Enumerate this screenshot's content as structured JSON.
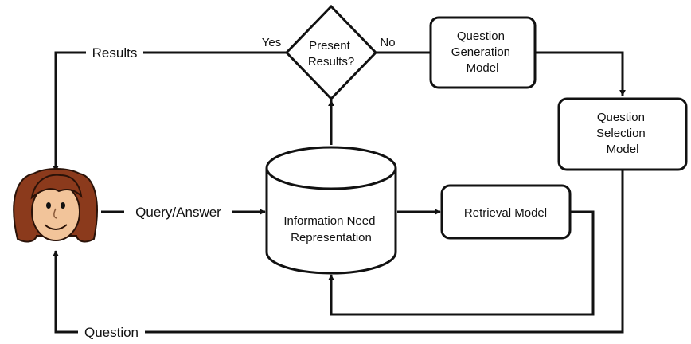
{
  "diagram": {
    "nodes": {
      "present": {
        "lines": [
          "Present",
          "Results?"
        ]
      },
      "qgen": {
        "lines": [
          "Question",
          "Generation",
          "Model"
        ]
      },
      "qsel": {
        "lines": [
          "Question",
          "Selection",
          "Model"
        ]
      },
      "infoneed": {
        "lines": [
          "Information Need",
          "Representation"
        ]
      },
      "retrieval": {
        "lines": [
          "Retrieval Model"
        ]
      }
    },
    "edges": {
      "results": "Results",
      "yes": "Yes",
      "no": "No",
      "query_answer": "Query/Answer",
      "question": "Question"
    },
    "colors": {
      "stroke": "#111111",
      "face": "#f2c49a",
      "hair": "#8b3a1c"
    },
    "icons": {
      "user": "user-avatar-icon"
    }
  }
}
